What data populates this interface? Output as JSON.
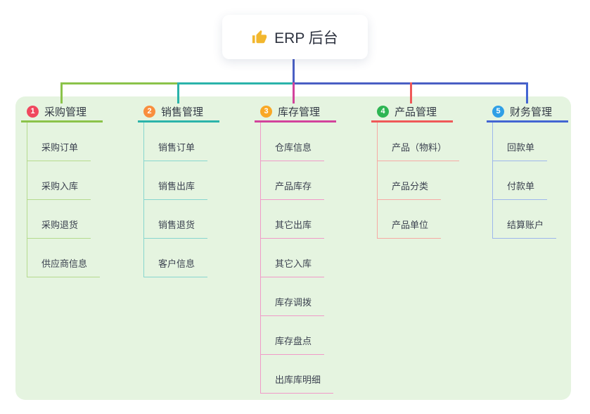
{
  "root": {
    "title": "ERP 后台",
    "icon": "thumbs-up-icon",
    "icon_color": "#f2b72e"
  },
  "connector": {
    "root_color": "#4a5fc4"
  },
  "panel": {
    "background": "#e5f4e0"
  },
  "branches": [
    {
      "number": "1",
      "title": "采购管理",
      "colors": {
        "badge": "#f0485e",
        "main": "#8bc34a",
        "light": "#b5da8e"
      },
      "children": [
        "采购订单",
        "采购入库",
        "采购退货",
        "供应商信息"
      ]
    },
    {
      "number": "2",
      "title": "销售管理",
      "colors": {
        "badge": "#f98e3e",
        "main": "#2bb3aa",
        "light": "#88d6cf"
      },
      "children": [
        "销售订单",
        "销售出库",
        "销售退货",
        "客户信息"
      ]
    },
    {
      "number": "3",
      "title": "库存管理",
      "colors": {
        "badge": "#f9a825",
        "main": "#d2439c",
        "light": "#f09ac8"
      },
      "children": [
        "仓库信息",
        "产品库存",
        "其它出库",
        "其它入库",
        "库存调拨",
        "库存盘点",
        "出库库明细"
      ]
    },
    {
      "number": "4",
      "title": "产品管理",
      "colors": {
        "badge": "#2eb553",
        "main": "#ef5858",
        "light": "#f6a9a4"
      },
      "children": [
        "产品（物料）",
        "产品分类",
        "产品单位"
      ]
    },
    {
      "number": "5",
      "title": "财务管理",
      "colors": {
        "badge": "#2f9fe6",
        "main": "#4365d2",
        "light": "#9db6ec"
      },
      "children": [
        "回款单",
        "付款单",
        "结算账户"
      ]
    }
  ]
}
